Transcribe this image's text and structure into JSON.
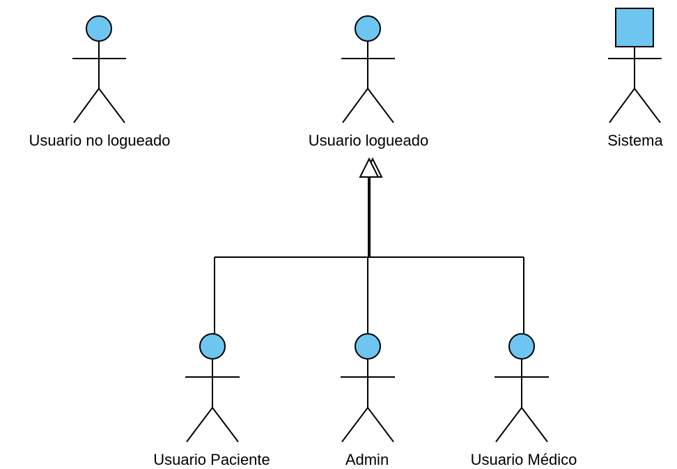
{
  "colors": {
    "actor_fill": "#6ec6f0",
    "line": "#000000",
    "background": "#ffffff",
    "arrowhead_fill": "#ffffff"
  },
  "actors": {
    "no_logueado": {
      "label": "Usuario no logueado",
      "icon": "stick-figure-icon"
    },
    "logueado": {
      "label": "Usuario logueado",
      "icon": "stick-figure-icon"
    },
    "sistema": {
      "label": "Sistema",
      "icon": "system-actor-icon"
    },
    "paciente": {
      "label": "Usuario Paciente",
      "icon": "stick-figure-icon"
    },
    "admin": {
      "label": "Admin",
      "icon": "stick-figure-icon"
    },
    "medico": {
      "label": "Usuario Médico",
      "icon": "stick-figure-icon"
    }
  },
  "relationships": [
    {
      "type": "generalization",
      "from": "paciente",
      "to": "logueado"
    },
    {
      "type": "generalization",
      "from": "admin",
      "to": "logueado"
    },
    {
      "type": "generalization",
      "from": "medico",
      "to": "logueado"
    }
  ]
}
